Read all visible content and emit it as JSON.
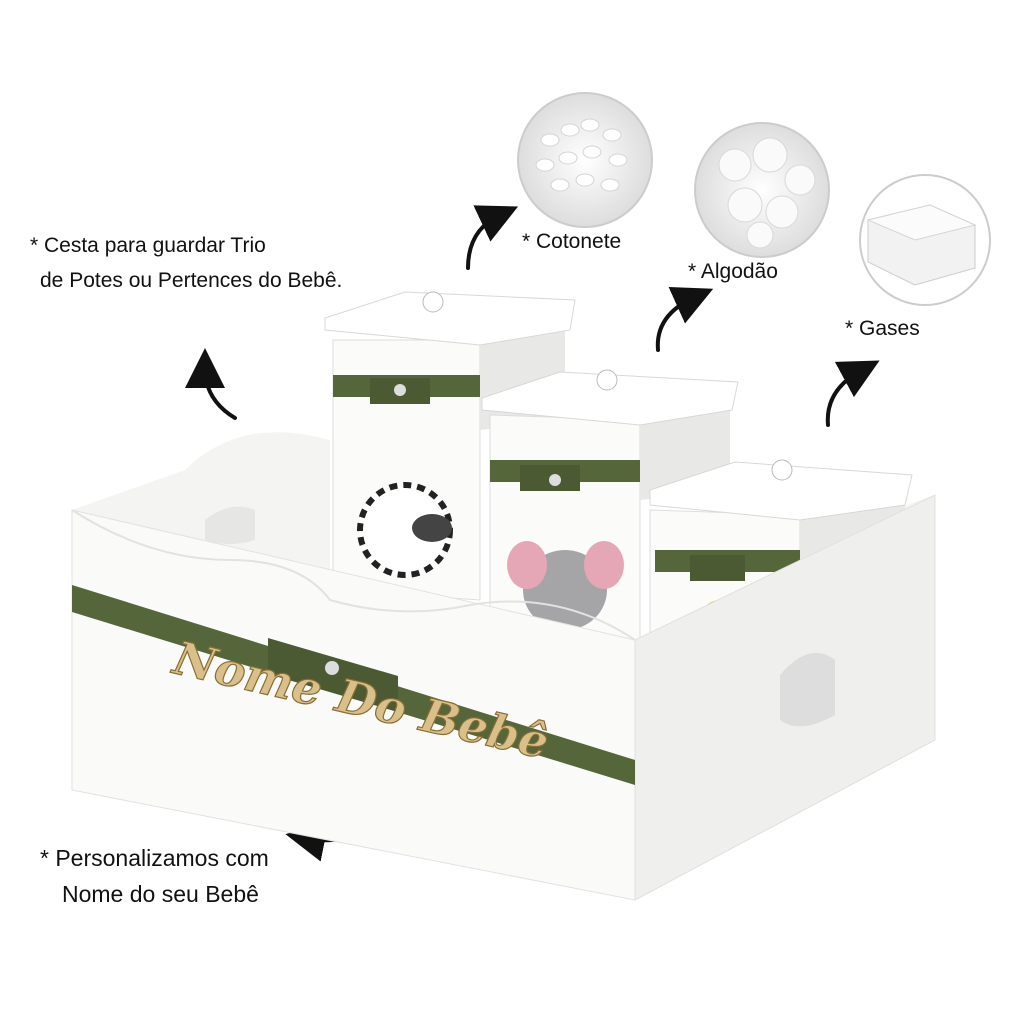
{
  "annotations": {
    "basket_line1": "* Cesta para guardar Trio",
    "basket_line2": "de Potes ou Pertences do Bebê.",
    "cotonete": "* Cotonete",
    "algodao": "* Algodão",
    "gases": "* Gases",
    "personalize_line1": "* Personalizamos com",
    "personalize_line2": "Nome do seu Bebê"
  },
  "logo_text": "Nome Do Bebê",
  "colors": {
    "ribbon": "#55663b",
    "wood": "#f7f7f5",
    "gold": "#d9c08a"
  }
}
